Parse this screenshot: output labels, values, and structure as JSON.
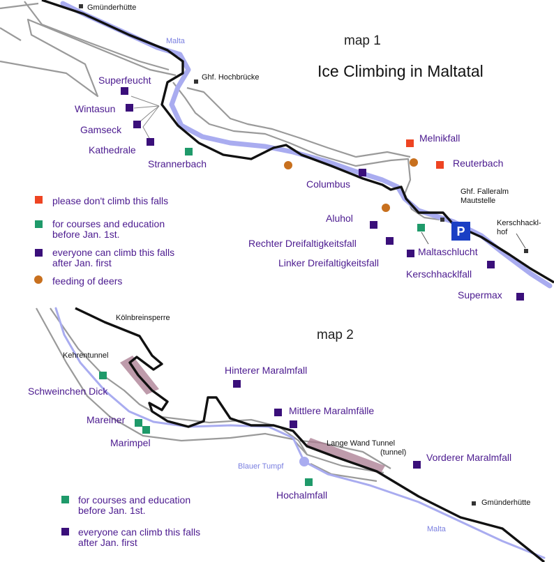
{
  "map1": {
    "tag": "map 1",
    "title": "Ice Climbing in Maltatal",
    "places": {
      "gmunderhutte": "Gmünderhütte",
      "malta": "Malta",
      "hochbrucke": "Ghf. Hochbrücke",
      "superfeucht": "Superfeucht",
      "wintasun": "Wintasun",
      "gamseck": "Gamseck",
      "kathedrale": "Kathedrale",
      "strannerbach": "Strannerbach",
      "melnikfall": "Melnikfall",
      "reuterbach": "Reuterbach",
      "columbus": "Columbus",
      "falleralm_1": "Ghf. Falleralm",
      "falleralm_2": "Mautstelle",
      "parking": "P",
      "kerschhackl_1": "Kerschhackl-",
      "kerschhackl_2": "hof",
      "aluhol": "Aluhol",
      "rechter": "Rechter Dreifaltigkeitsfall",
      "maltaschlucht": "Maltaschlucht",
      "linker": "Linker Dreifaltigkeitsfall",
      "kerschhacklfall": "Kerschhacklfall",
      "supermax": "Supermax"
    },
    "legend": {
      "red": "please don't climb this falls",
      "green_1": "for courses and education",
      "green_2": "before Jan. 1st.",
      "purple_1": "everyone can climb this falls",
      "purple_2": "after Jan. first",
      "orange": "feeding of deers"
    }
  },
  "map2": {
    "tag": "map 2",
    "places": {
      "kolnbreinsperre": "Kölnbreinsperre",
      "kehrentunnel": "Kehrentunnel",
      "schweinchen": "Schweinchen Dick",
      "hinterer": "Hinterer Maralmfall",
      "mittlere": "Mittlere Maralmfälle",
      "mareiner": "Mareiner",
      "marimpel": "Marimpel",
      "langewand": "Lange Wand Tunnel",
      "tunnel": "(tunnel)",
      "blauer": "Blauer Tumpf",
      "vorderer": "Vorderer Maralmfall",
      "hochalmfall": "Hochalmfall",
      "gmunderhutte": "Gmünderhütte",
      "malta": "Malta"
    },
    "legend": {
      "green_1": "for courses and education",
      "green_2": "before Jan. 1st.",
      "purple_1": "everyone can climb this falls",
      "purple_2": "after Jan. first"
    }
  },
  "colors": {
    "river": "#a9acf0",
    "road": "#111111",
    "valley": "#9a9a9a",
    "purple": "#3a0f7a",
    "green": "#1f9a6a",
    "red": "#ee4422",
    "orange": "#c8701e",
    "parking": "#1a3fc4",
    "tunnel": "#a87a8f"
  }
}
